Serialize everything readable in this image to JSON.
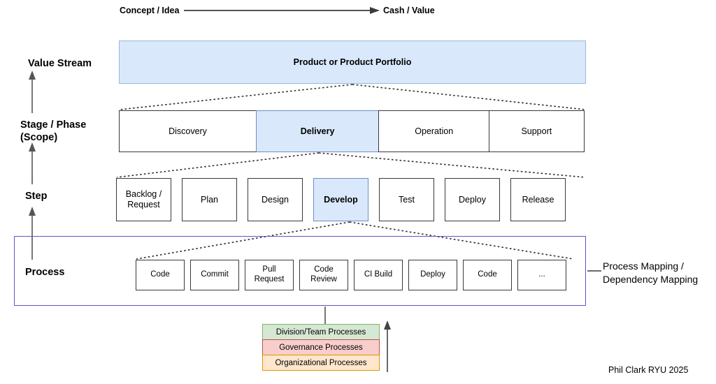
{
  "top_axis": {
    "start_label": "Concept / Idea",
    "end_label": "Cash / Value"
  },
  "row_labels": {
    "value_stream": "Value Stream",
    "stage_phase": "Stage / Phase\n(Scope)",
    "step": "Step",
    "process": "Process"
  },
  "value_stream": {
    "label": "Product or Product Portfolio",
    "fill": "#dae8fc"
  },
  "stages": [
    {
      "label": "Discovery",
      "highlighted": false,
      "width": 197
    },
    {
      "label": "Delivery",
      "highlighted": true,
      "width": 177
    },
    {
      "label": "Operation",
      "highlighted": false,
      "width": 159
    },
    {
      "label": "Support",
      "highlighted": false,
      "width": 137
    }
  ],
  "steps": [
    {
      "label": "Backlog /\nRequest",
      "highlighted": false
    },
    {
      "label": "Plan",
      "highlighted": false
    },
    {
      "label": "Design",
      "highlighted": false
    },
    {
      "label": "Develop",
      "highlighted": true
    },
    {
      "label": "Test",
      "highlighted": false
    },
    {
      "label": "Deploy",
      "highlighted": false
    },
    {
      "label": "Release",
      "highlighted": false
    }
  ],
  "processes": [
    {
      "label": "Code"
    },
    {
      "label": "Commit"
    },
    {
      "label": "Pull\nRequest"
    },
    {
      "label": "Code\nReview"
    },
    {
      "label": "CI Build"
    },
    {
      "label": "Deploy"
    },
    {
      "label": "Code"
    },
    {
      "label": "..."
    }
  ],
  "mapping_note": "Process Mapping /\nDependency Mapping",
  "process_layers": [
    {
      "label": "Division/Team Processes",
      "color": "#d5e8d4",
      "border": "#82b366"
    },
    {
      "label": "Governance Processes",
      "color": "#f8cecc",
      "border": "#b85450"
    },
    {
      "label": "Organizational Processes",
      "color": "#ffe6cc",
      "border": "#d79b00"
    }
  ],
  "credit": "Phil Clark RYU 2025",
  "colors": {
    "highlight_fill": "#dae8fc",
    "highlight_border": "#6c8ebf",
    "box_border": "#36393d",
    "container_border": "#5b54c6",
    "connector": "#3b3b3b"
  }
}
